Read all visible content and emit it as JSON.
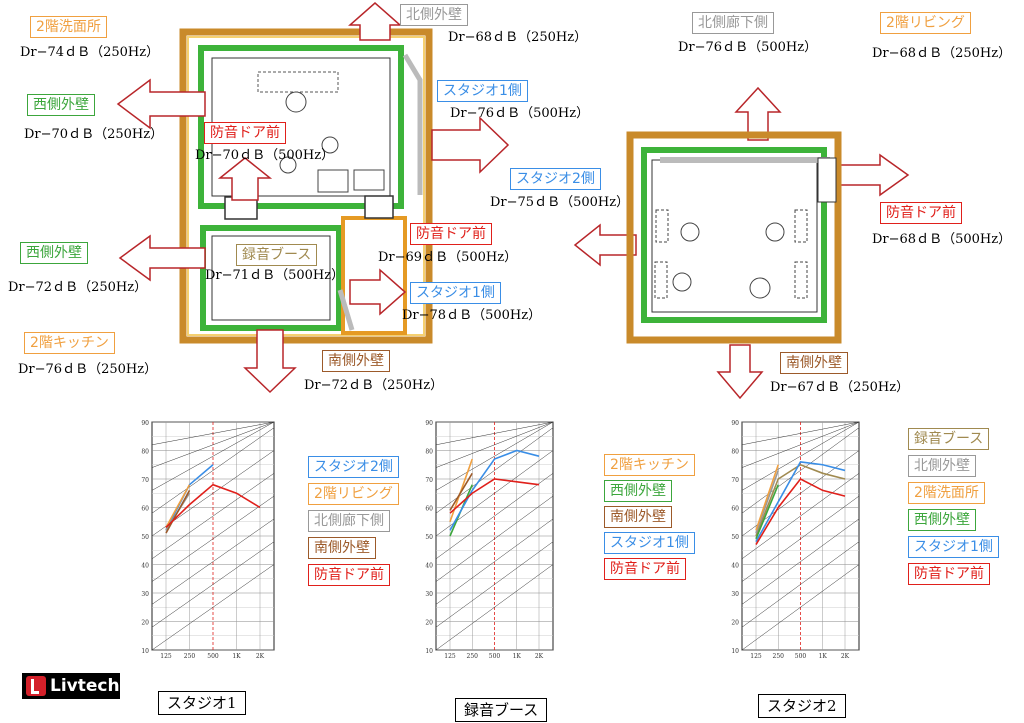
{
  "colors": {
    "wall_green": "#3db33a",
    "wall_orange": "#e59a24",
    "arrow_red": "#b8262a",
    "blue": "#3a8ee6",
    "red": "#e0201b",
    "orange": "#f0a040",
    "gray": "#999999",
    "brown": "#9c5a2a",
    "green": "#3ca63c",
    "olive": "#a08a50"
  },
  "plan_labels": [
    {
      "id": "l1",
      "text": "2階洗面所",
      "value": "Dr−74ｄＢ（250Hz）",
      "color": "orange"
    },
    {
      "id": "l2",
      "text": "北側外壁",
      "value": "Dr−68ｄＢ（250Hz）",
      "color": "gray"
    },
    {
      "id": "l3",
      "text": "西側外壁",
      "value": "Dr−70ｄＢ（250Hz）",
      "color": "green"
    },
    {
      "id": "l4",
      "text": "スタジオ1側",
      "value": "Dr−76ｄＢ（500Hz）",
      "color": "blue"
    },
    {
      "id": "l5",
      "text": "防音ドア前",
      "value": "Dr−70ｄＢ（500Hz）",
      "color": "red"
    },
    {
      "id": "l6",
      "text": "録音ブース",
      "value": "Dr−71ｄＢ（500Hz）",
      "color": "olive"
    },
    {
      "id": "l7",
      "text": "防音ドア前",
      "value": "Dr−69ｄＢ（500Hz）",
      "color": "red"
    },
    {
      "id": "l8",
      "text": "西側外壁",
      "value": "Dr−72ｄＢ（250Hz）",
      "color": "green"
    },
    {
      "id": "l9",
      "text": "スタジオ1側",
      "value": "Dr−78ｄＢ（500Hz）",
      "color": "blue"
    },
    {
      "id": "l10",
      "text": "2階キッチン",
      "value": "Dr−76ｄＢ（250Hz）",
      "color": "orange"
    },
    {
      "id": "l11",
      "text": "南側外壁",
      "value": "Dr−72ｄＢ（250Hz）",
      "color": "brown"
    },
    {
      "id": "l12",
      "text": "北側廊下側",
      "value": "Dr−76ｄＢ（500Hz）",
      "color": "gray"
    },
    {
      "id": "l13",
      "text": "2階リビング",
      "value": "Dr−68ｄＢ（250Hz）",
      "color": "orange"
    },
    {
      "id": "l14",
      "text": "スタジオ2側",
      "value": "Dr−75ｄＢ（500Hz）",
      "color": "blue"
    },
    {
      "id": "l15",
      "text": "防音ドア前",
      "value": "Dr−68ｄＢ（500Hz）",
      "color": "red"
    },
    {
      "id": "l16",
      "text": "南側外壁",
      "value": "Dr−67ｄＢ（250Hz）",
      "color": "brown"
    }
  ],
  "chart_data": [
    {
      "type": "line",
      "title": "スタジオ1",
      "x": [
        "125",
        "250",
        "500",
        "1K",
        "2K"
      ],
      "ylim": [
        10,
        90
      ],
      "series": [
        {
          "name": "スタジオ2側",
          "color": "blue",
          "values": [
            52,
            68,
            75,
            null,
            null
          ]
        },
        {
          "name": "2階リビング",
          "color": "orange",
          "values": [
            53,
            68,
            null,
            null,
            null
          ]
        },
        {
          "name": "北側廊下側",
          "color": "gray",
          "values": [
            52,
            65,
            null,
            null,
            null
          ]
        },
        {
          "name": "南側外壁",
          "color": "brown",
          "values": [
            51,
            66,
            null,
            null,
            null
          ]
        },
        {
          "name": "防音ドア前",
          "color": "red",
          "values": [
            53,
            61,
            68,
            65,
            60
          ]
        }
      ]
    },
    {
      "type": "line",
      "title": "録音ブース",
      "x": [
        "125",
        "250",
        "500",
        "1K",
        "2K"
      ],
      "ylim": [
        10,
        90
      ],
      "series": [
        {
          "name": "2階キッチン",
          "color": "orange",
          "values": [
            55,
            77,
            null,
            null,
            null
          ]
        },
        {
          "name": "西側外壁",
          "color": "green",
          "values": [
            50,
            68,
            null,
            null,
            null
          ]
        },
        {
          "name": "南側外壁",
          "color": "brown",
          "values": [
            59,
            72,
            null,
            null,
            null
          ]
        },
        {
          "name": "スタジオ1側",
          "color": "blue",
          "values": [
            52,
            66,
            77,
            80,
            78
          ]
        },
        {
          "name": "防音ドア前",
          "color": "red",
          "values": [
            58,
            65,
            70,
            69,
            68
          ]
        }
      ]
    },
    {
      "type": "line",
      "title": "スタジオ2",
      "x": [
        "125",
        "250",
        "500",
        "1K",
        "2K"
      ],
      "ylim": [
        10,
        90
      ],
      "series": [
        {
          "name": "録音ブース",
          "color": "olive",
          "values": [
            50,
            70,
            75,
            72,
            70
          ]
        },
        {
          "name": "北側外壁",
          "color": "gray",
          "values": [
            51,
            73,
            null,
            null,
            null
          ]
        },
        {
          "name": "2階洗面所",
          "color": "orange",
          "values": [
            52,
            75,
            null,
            null,
            null
          ]
        },
        {
          "name": "西側外壁",
          "color": "green",
          "values": [
            49,
            68,
            null,
            null,
            null
          ]
        },
        {
          "name": "スタジオ1側",
          "color": "blue",
          "values": [
            48,
            62,
            76,
            75,
            73
          ]
        },
        {
          "name": "防音ドア前",
          "color": "red",
          "values": [
            47,
            60,
            70,
            66,
            64
          ]
        }
      ]
    }
  ],
  "logo": {
    "text": "Livtech"
  }
}
